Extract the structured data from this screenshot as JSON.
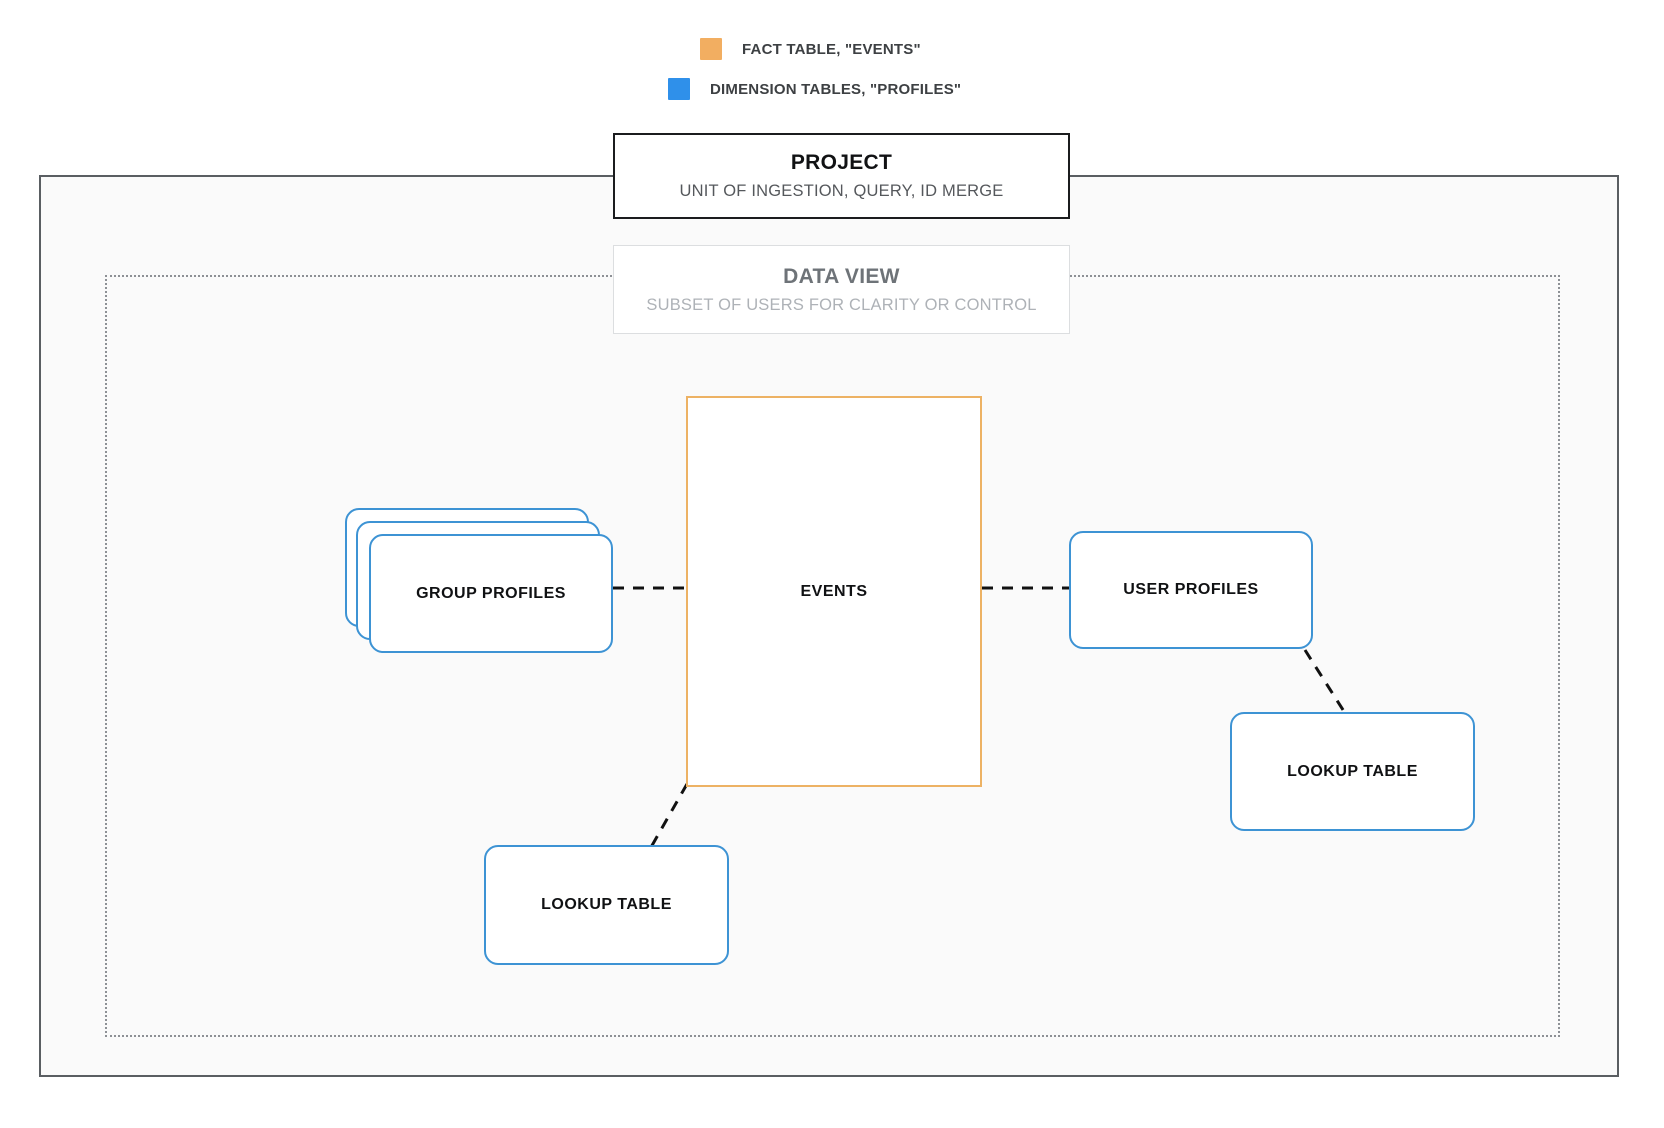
{
  "legend": {
    "items": [
      {
        "id": "fact",
        "label": "FACT TABLE, \"EVENTS\"",
        "color": "#f2ae61",
        "swatch_name": "legend-swatch-fact"
      },
      {
        "id": "dimension",
        "label": "DIMENSION TABLES, \"PROFILES\"",
        "color": "#2f90ea",
        "swatch_name": "legend-swatch-dimension"
      }
    ]
  },
  "project": {
    "title": "PROJECT",
    "subtitle": "UNIT OF INGESTION, QUERY, ID MERGE",
    "border_color": "#1b1c1e",
    "container_fill": "#fafafa",
    "container_border_color": "#5a5e62"
  },
  "data_view": {
    "title": "DATA VIEW",
    "subtitle": "SUBSET OF USERS FOR CLARITY OR CONTROL",
    "border_color": "#dcdee0",
    "container_border_color": "#8d9095",
    "container_border_style": "dotted"
  },
  "nodes": {
    "events": {
      "label": "EVENTS",
      "type": "fact",
      "border_color": "#edb264"
    },
    "group_profiles": {
      "label": "GROUP PROFILES",
      "type": "dimension",
      "border_color": "#3d93d4",
      "stack_count": 3
    },
    "user_profiles": {
      "label": "USER PROFILES",
      "type": "dimension",
      "border_color": "#3d93d4"
    },
    "lookup_table_left": {
      "label": "LOOKUP TABLE",
      "type": "dimension",
      "border_color": "#3d93d4"
    },
    "lookup_table_right": {
      "label": "LOOKUP TABLE",
      "type": "dimension",
      "border_color": "#3d93d4"
    }
  },
  "connectors": {
    "style": "dashed",
    "color": "#111111",
    "edges": [
      {
        "id": "group-to-events",
        "from": "group_profiles",
        "to": "events"
      },
      {
        "id": "events-to-user",
        "from": "events",
        "to": "user_profiles"
      },
      {
        "id": "events-to-lookup-left",
        "from": "events",
        "to": "lookup_table_left"
      },
      {
        "id": "user-to-lookup-right",
        "from": "user_profiles",
        "to": "lookup_table_right"
      }
    ]
  }
}
